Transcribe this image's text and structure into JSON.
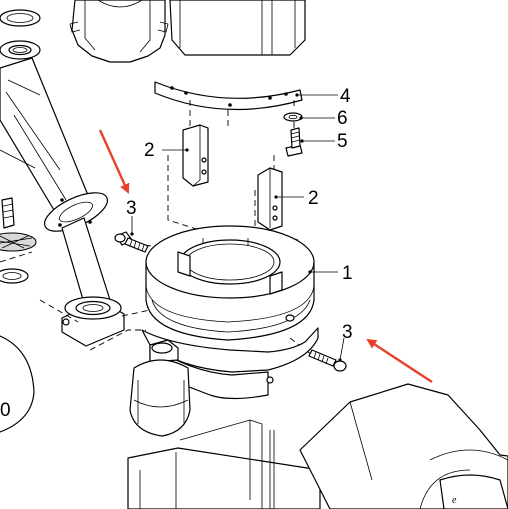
{
  "callouts": {
    "c4": "4",
    "c6": "6",
    "c5": "5",
    "c2a": "2",
    "c2b": "2",
    "c3a": "3",
    "c1": "1",
    "c3b": "3",
    "c0": "0"
  },
  "colors": {
    "arrow": "#e8402a",
    "line": "#000000"
  },
  "icons": [
    "callout-arrow-upper",
    "callout-arrow-lower"
  ]
}
